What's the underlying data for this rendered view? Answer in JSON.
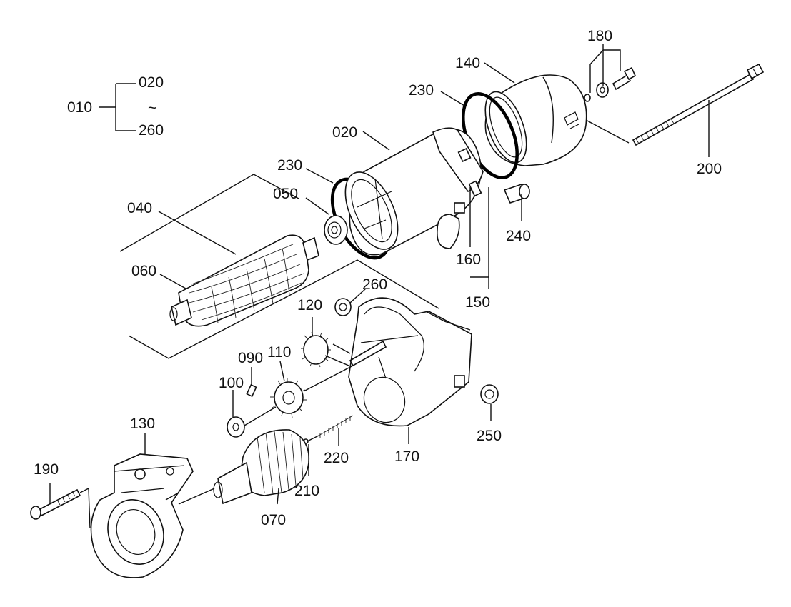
{
  "title": "",
  "diagram": {
    "group": {
      "main": "010",
      "from": "020",
      "tilde": "~",
      "to": "260"
    },
    "labels": [
      {
        "id": "p180",
        "text": "180"
      },
      {
        "id": "p140",
        "text": "140"
      },
      {
        "id": "p230a",
        "text": "230"
      },
      {
        "id": "p020",
        "text": "020"
      },
      {
        "id": "p200",
        "text": "200"
      },
      {
        "id": "p230b",
        "text": "230"
      },
      {
        "id": "p050",
        "text": "050"
      },
      {
        "id": "p040",
        "text": "040"
      },
      {
        "id": "p060",
        "text": "060"
      },
      {
        "id": "p240",
        "text": "240"
      },
      {
        "id": "p160",
        "text": "160"
      },
      {
        "id": "p150",
        "text": "150"
      },
      {
        "id": "p260",
        "text": "260"
      },
      {
        "id": "p120",
        "text": "120"
      },
      {
        "id": "p090",
        "text": "090"
      },
      {
        "id": "p110",
        "text": "110"
      },
      {
        "id": "p100",
        "text": "100"
      },
      {
        "id": "p130",
        "text": "130"
      },
      {
        "id": "p190",
        "text": "190"
      },
      {
        "id": "p220",
        "text": "220"
      },
      {
        "id": "p170",
        "text": "170"
      },
      {
        "id": "p250",
        "text": "250"
      },
      {
        "id": "p210",
        "text": "210"
      },
      {
        "id": "p070",
        "text": "070"
      }
    ]
  }
}
